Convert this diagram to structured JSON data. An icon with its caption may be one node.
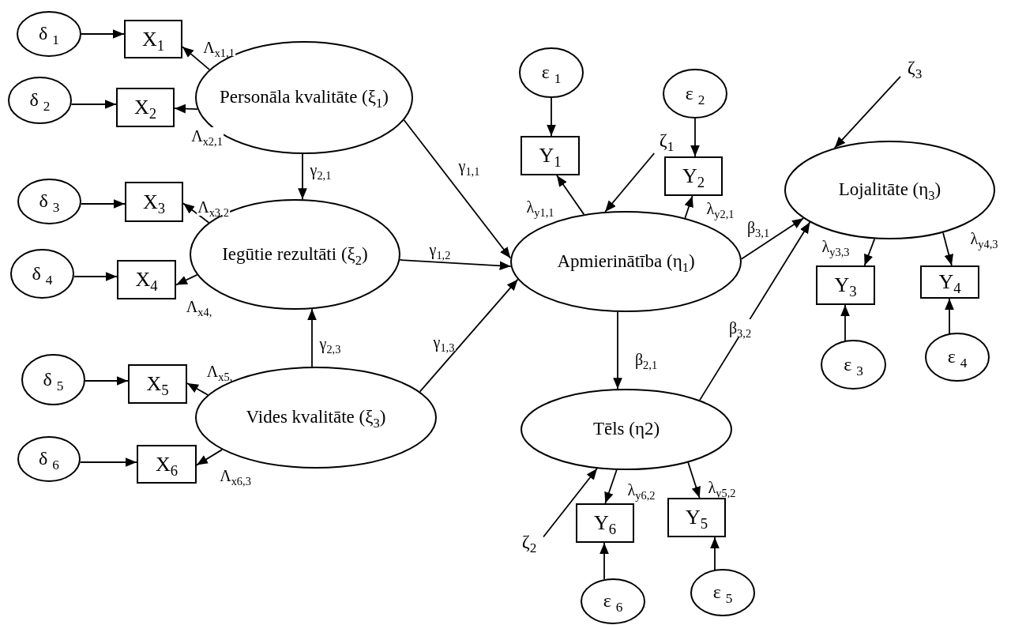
{
  "diagram": {
    "nodes": [
      {
        "text": [
          "δ $_{1}$"
        ]
      },
      {
        "text": [
          "X$_{1}$"
        ]
      },
      {
        "text": [
          "δ $_{2}$"
        ]
      },
      {
        "text": [
          "X$_{2}$"
        ]
      },
      {
        "text": [
          "Personāla kvalitāte (ξ$_{1}$)"
        ]
      },
      {
        "text": [
          "δ $_{3}$"
        ]
      },
      {
        "text": [
          "X$_{3}$"
        ]
      },
      {
        "text": [
          "Iegūtie rezultāti (ξ$_{2}$)"
        ]
      },
      {
        "text": [
          "δ $_{4}$"
        ]
      },
      {
        "text": [
          "X$_{4}$"
        ]
      },
      {
        "text": [
          "δ $_{5}$"
        ]
      },
      {
        "text": [
          "X$_{5}$"
        ]
      },
      {
        "text": [
          "Vides kvalitāte (ξ$_{3}$)"
        ]
      },
      {
        "text": [
          "δ $_{6}$"
        ]
      },
      {
        "text": [
          "X$_{6}$"
        ]
      },
      {
        "text": [
          "ε $_{1}$"
        ]
      },
      {
        "text": [
          "Y$_{1}$"
        ]
      },
      {
        "text": [
          "ζ$_{1}$"
        ]
      },
      {
        "text": [
          "ε $_{2}$"
        ]
      },
      {
        "text": [
          "Y$_{2}$"
        ]
      },
      {
        "text": [
          "Apmierinātība (η$_{1}$)"
        ]
      },
      {
        "text": [
          "ζ$_{3}$"
        ]
      },
      {
        "text": [
          "Lojalitāte (η$_{3}$)"
        ]
      },
      {
        "text": [
          "Y$_{3}$"
        ]
      },
      {
        "text": [
          "Y$_{4}$"
        ]
      },
      {
        "text": [
          "ε $_{3}$"
        ]
      },
      {
        "text": [
          "ε $_{4}$"
        ]
      },
      {
        "text": [
          "Tēls (η2)"
        ]
      },
      {
        "text": [
          "ζ$_{2}$"
        ]
      },
      {
        "text": [
          "Y$_{6}$"
        ]
      },
      {
        "text": [
          "Y$_{5}$"
        ]
      },
      {
        "text": [
          "ε $_{6}$"
        ]
      },
      {
        "text": [
          "ε $_{5}$"
        ]
      }
    ],
    "edges": [
      {
        "from": 0,
        "to": 1,
        "arrow": "to"
      },
      {
        "from": 2,
        "to": 3,
        "arrow": "to"
      },
      {
        "from": 4,
        "to": 1,
        "arrow": "to",
        "label": "Λ$_{x1,1}$"
      },
      {
        "from": 4,
        "to": 3,
        "arrow": "to",
        "label": "Λ$_{x2,1}$"
      },
      {
        "from": 4,
        "to": 7,
        "arrow": "to",
        "label": "γ$_{2,1}$"
      },
      {
        "from": 4,
        "to": 20,
        "arrow": "to",
        "label": "γ$_{1,1}$"
      },
      {
        "from": 5,
        "to": 6,
        "arrow": "to"
      },
      {
        "from": 7,
        "to": 6,
        "arrow": "to",
        "label": "Λ$_{x3,2}$"
      },
      {
        "from": 7,
        "to": 20,
        "arrow": "to",
        "label": "γ$_{1,2}$"
      },
      {
        "from": 8,
        "to": 9,
        "arrow": "to"
      },
      {
        "from": 7,
        "to": 9,
        "arrow": "to",
        "label": "Λ$_{x4,}$"
      },
      {
        "from": 12,
        "to": 7,
        "arrow": "to",
        "label": "γ$_{2,3}$"
      },
      {
        "from": 10,
        "to": 11,
        "arrow": "to"
      },
      {
        "from": 12,
        "to": 11,
        "arrow": "to",
        "label": "Λ$_{x5,}$"
      },
      {
        "from": 12,
        "to": 20,
        "arrow": "to",
        "label": "γ$_{1,3}$"
      },
      {
        "from": 13,
        "to": 14,
        "arrow": "to"
      },
      {
        "from": 12,
        "to": 14,
        "arrow": "to",
        "label": "Λ$_{x6,3}$"
      },
      {
        "from": 15,
        "to": 16,
        "arrow": "to"
      },
      {
        "from": 20,
        "to": 16,
        "arrow": "to",
        "label": "λ$_{y1,1}$"
      },
      {
        "from": 17,
        "to": 20,
        "arrow": "to"
      },
      {
        "from": 18,
        "to": 19,
        "arrow": "to"
      },
      {
        "from": 20,
        "to": 19,
        "arrow": "to",
        "label": "λ$_{y2,1}$"
      },
      {
        "from": 20,
        "to": 22,
        "arrow": "to",
        "label": "β$_{3,1}$"
      },
      {
        "from": 27,
        "to": 22,
        "arrow": "to",
        "label": "β$_{3,2}$"
      },
      {
        "from": 20,
        "to": 27,
        "arrow": "to",
        "label": "β$_{2,1}$"
      },
      {
        "from": 21,
        "to": 22,
        "arrow": "to"
      },
      {
        "from": 22,
        "to": 23,
        "arrow": "to",
        "label": "λ$_{y3,3}$"
      },
      {
        "from": 22,
        "to": 24,
        "arrow": "to",
        "label": "λ$_{y4,3}$"
      },
      {
        "from": 25,
        "to": 23,
        "arrow": "to"
      },
      {
        "from": 26,
        "to": 24,
        "arrow": "to"
      },
      {
        "from": 28,
        "to": 27,
        "arrow": "to"
      },
      {
        "from": 27,
        "to": 29,
        "arrow": "to",
        "label": "λ$_{y6,2}$"
      },
      {
        "from": 27,
        "to": 30,
        "arrow": "to",
        "label": "λ$_{y5,2}$"
      },
      {
        "from": 31,
        "to": 29,
        "arrow": "to"
      },
      {
        "from": 32,
        "to": 30,
        "arrow": "to"
      }
    ]
  }
}
